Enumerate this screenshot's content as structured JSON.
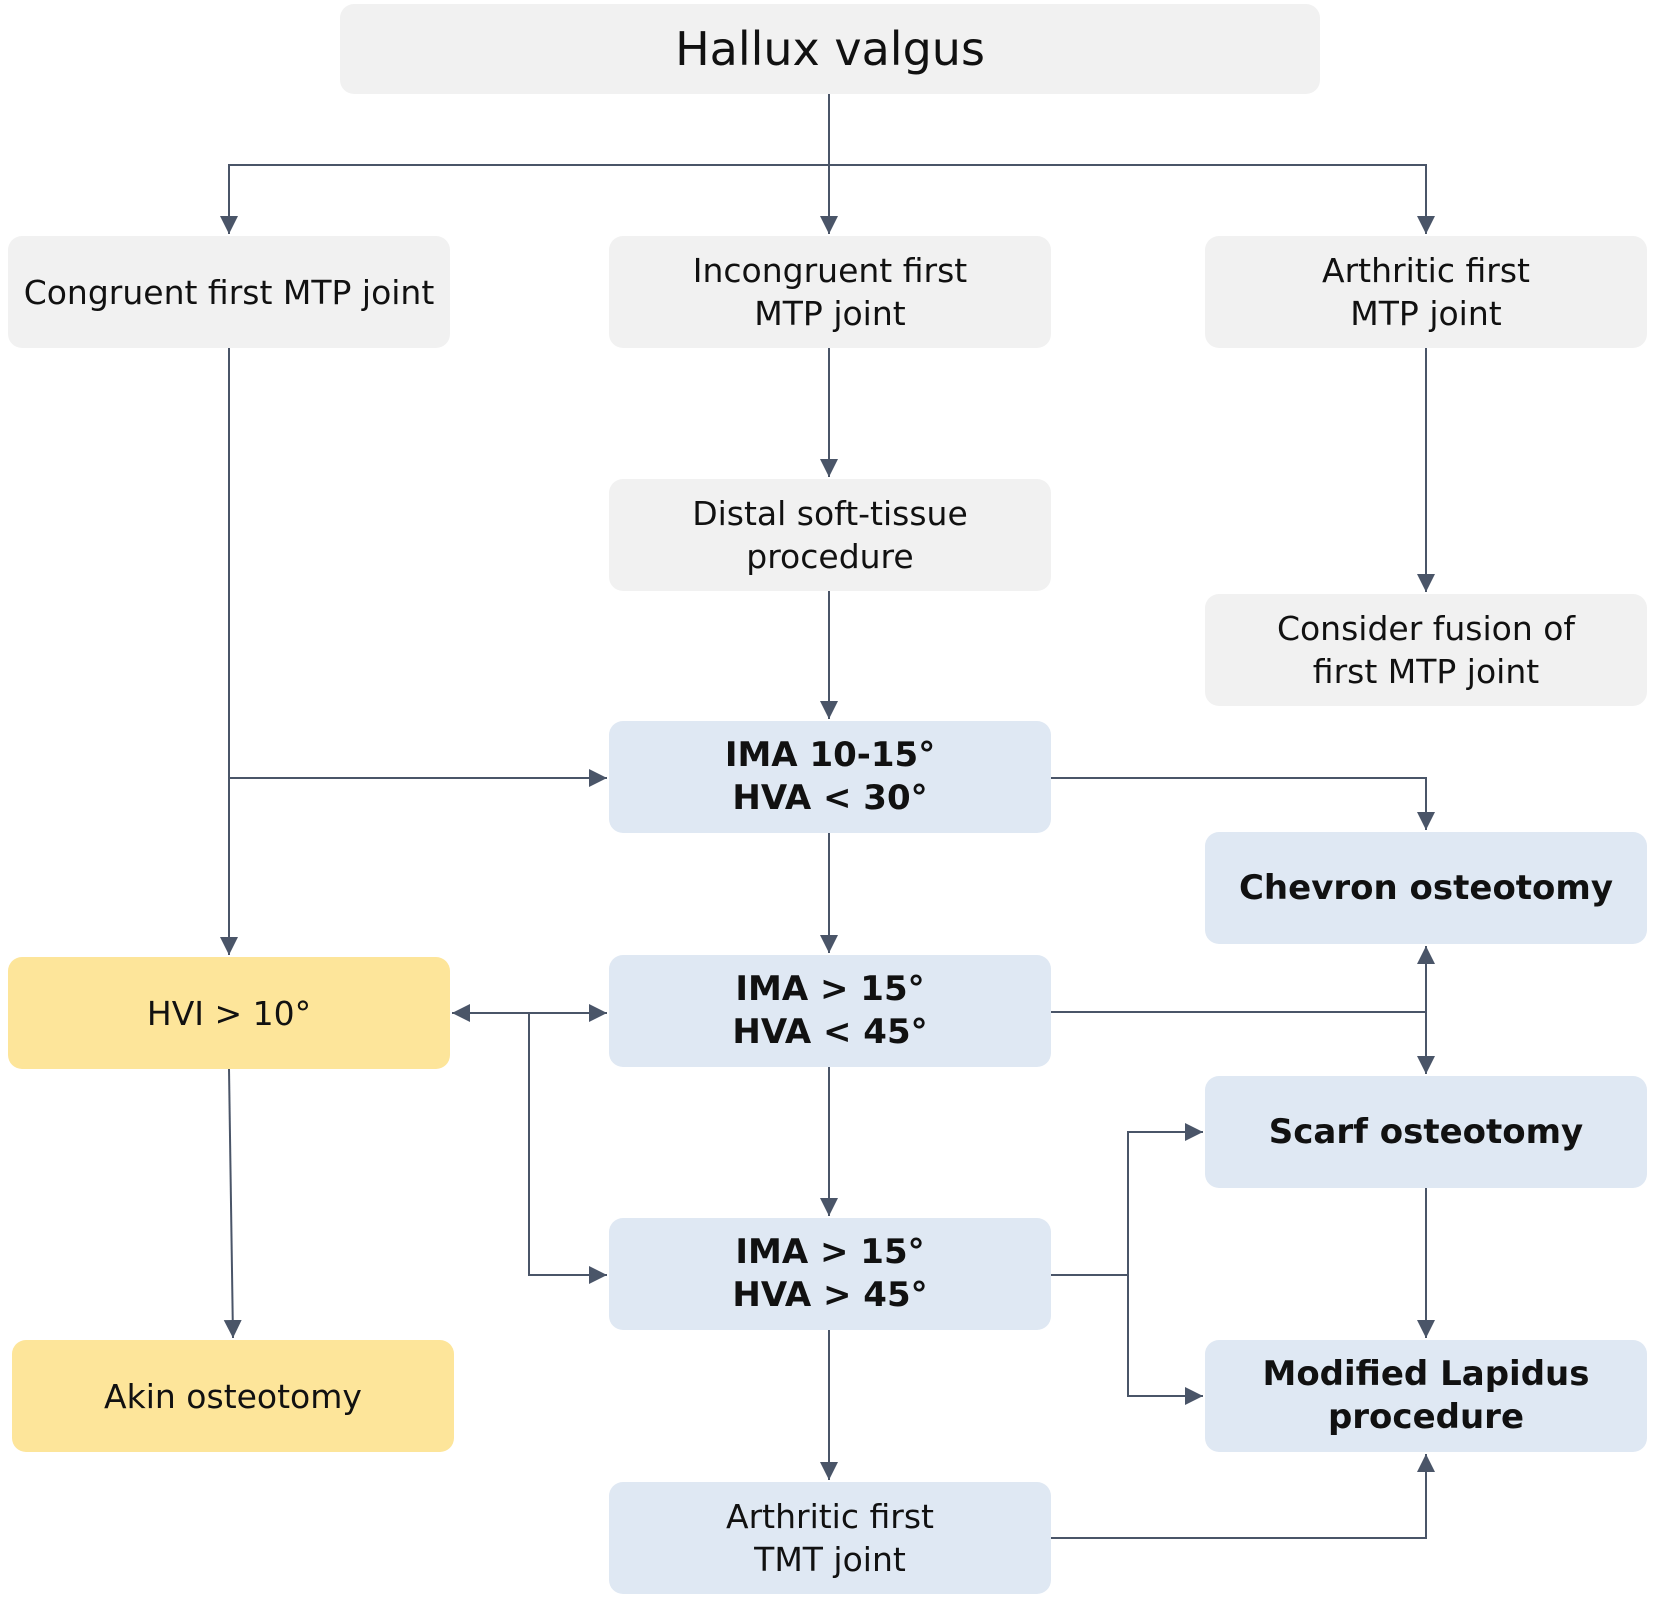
{
  "diagram": {
    "colors": {
      "gray_box": "#f1f1f1",
      "blue_box": "#dfe8f3",
      "yellow_box": "#fde59a",
      "connector": "#4a5568"
    },
    "nodes": {
      "root": "Hallux valgus",
      "congruent": "Congruent first MTP joint",
      "incongruent": "Incongruent first\nMTP joint",
      "arthritic": "Arthritic first\nMTP joint",
      "distal": "Distal soft-tissue\nprocedure",
      "fusion": "Consider fusion of\nfirst MTP joint",
      "ima1": "IMA 10-15°\nHVA < 30°",
      "chevron": "Chevron osteotomy",
      "hvi": "HVI > 10°",
      "ima2": "IMA > 15°\nHVA < 45°",
      "scarf": "Scarf osteotomy",
      "ima3": "IMA > 15°\nHVA > 45°",
      "akin": "Akin osteotomy",
      "lapidus": "Modified Lapidus\nprocedure",
      "tmt": "Arthritic first\nTMT joint"
    },
    "edges": [
      {
        "from": "root",
        "to": "congruent"
      },
      {
        "from": "root",
        "to": "incongruent"
      },
      {
        "from": "root",
        "to": "arthritic"
      },
      {
        "from": "incongruent",
        "to": "distal"
      },
      {
        "from": "arthritic",
        "to": "fusion"
      },
      {
        "from": "distal",
        "to": "ima1"
      },
      {
        "from": "congruent",
        "to": "ima1"
      },
      {
        "from": "congruent",
        "to": "hvi"
      },
      {
        "from": "ima1",
        "to": "chevron"
      },
      {
        "from": "ima1",
        "to": "ima2"
      },
      {
        "from": "ima2",
        "to": "hvi"
      },
      {
        "from": "hvi",
        "to": "ima2"
      },
      {
        "from": "hvi",
        "to": "ima3"
      },
      {
        "from": "ima2",
        "to": "chevron"
      },
      {
        "from": "ima2",
        "to": "scarf"
      },
      {
        "from": "ima2",
        "to": "ima3"
      },
      {
        "from": "ima3",
        "to": "scarf"
      },
      {
        "from": "ima3",
        "to": "lapidus"
      },
      {
        "from": "ima3",
        "to": "tmt"
      },
      {
        "from": "scarf",
        "to": "lapidus"
      },
      {
        "from": "tmt",
        "to": "lapidus"
      },
      {
        "from": "hvi",
        "to": "akin"
      }
    ]
  }
}
